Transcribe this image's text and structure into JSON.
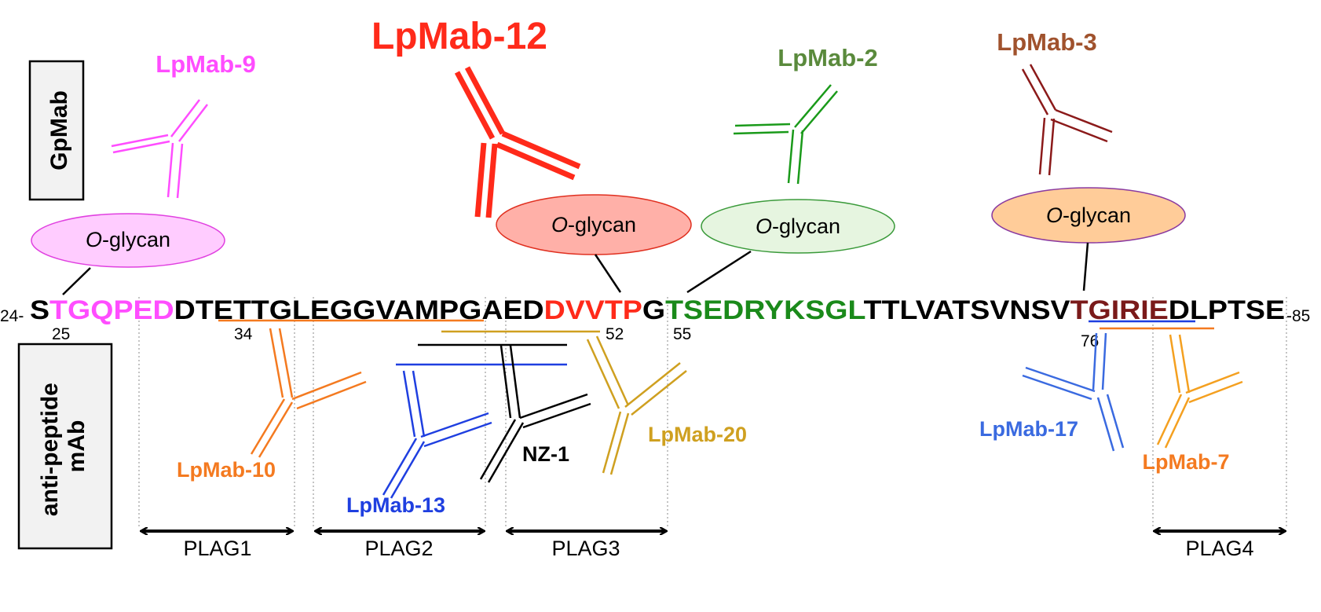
{
  "side_labels": {
    "top": "GpMab",
    "bottom": "anti-peptide\nmAb"
  },
  "colors": {
    "magenta": "#ff4dff",
    "red": "#ff2a1a",
    "green": "#1a8a1a",
    "olive": "#5a8a3c",
    "brown": "#8b1a1a",
    "brown_label": "#a0522d",
    "orange": "#f47a20",
    "blue": "#1f3fe0",
    "blue_label": "#3a6ae0",
    "gold": "#cfa020",
    "black": "#000000"
  },
  "sequence": {
    "start_label": "24-",
    "end_label": "-85",
    "segments": [
      {
        "text": "S",
        "color": "#000000"
      },
      {
        "text": "TGQPED",
        "color": "#ff4dff"
      },
      {
        "text": "DTETTGLEGGVAMPGAED",
        "color": "#000000"
      },
      {
        "text": "DVVTP",
        "color": "#ff2a1a"
      },
      {
        "text": "G",
        "color": "#000000"
      },
      {
        "text": "TSEDRYKSGL",
        "color": "#1a8a1a"
      },
      {
        "text": "TTLVATSVNSV",
        "color": "#000000"
      },
      {
        "text": "TGIRIE",
        "color": "#7a1a1a"
      },
      {
        "text": "DLPTSE",
        "color": "#000000"
      }
    ],
    "position_labels": [
      "25",
      "34",
      "52",
      "55",
      "76"
    ]
  },
  "glycans": [
    {
      "label_italic": "O",
      "label_rest": "-glycan",
      "fill": "#ffccff",
      "stroke": "#e040e0"
    },
    {
      "label_italic": "O",
      "label_rest": "-glycan",
      "fill": "#ffb0a8",
      "stroke": "#e03020"
    },
    {
      "label_italic": "O",
      "label_rest": "-glycan",
      "fill": "#e6f5e0",
      "stroke": "#3a9a3a"
    },
    {
      "label_italic": "O",
      "label_rest": "-glycan",
      "fill": "#ffcc99",
      "stroke": "#8a3aa0"
    }
  ],
  "gpmabs": [
    {
      "name": "LpMab-9",
      "color": "#ff4dff"
    },
    {
      "name": "LpMab-12",
      "color": "#ff2a1a"
    },
    {
      "name": "LpMab-2",
      "color": "#5a8a3c"
    },
    {
      "name": "LpMab-3",
      "color": "#a0522d"
    }
  ],
  "peptide_mabs": [
    {
      "name": "LpMab-10",
      "color": "#f47a20"
    },
    {
      "name": "LpMab-13",
      "color": "#1f3fe0"
    },
    {
      "name": "NZ-1",
      "color": "#000000"
    },
    {
      "name": "LpMab-20",
      "color": "#cfa020"
    },
    {
      "name": "LpMab-17",
      "color": "#3a6ae0"
    },
    {
      "name": "LpMab-7",
      "color": "#f47a20"
    }
  ],
  "plags": [
    "PLAG1",
    "PLAG2",
    "PLAG3",
    "PLAG4"
  ]
}
